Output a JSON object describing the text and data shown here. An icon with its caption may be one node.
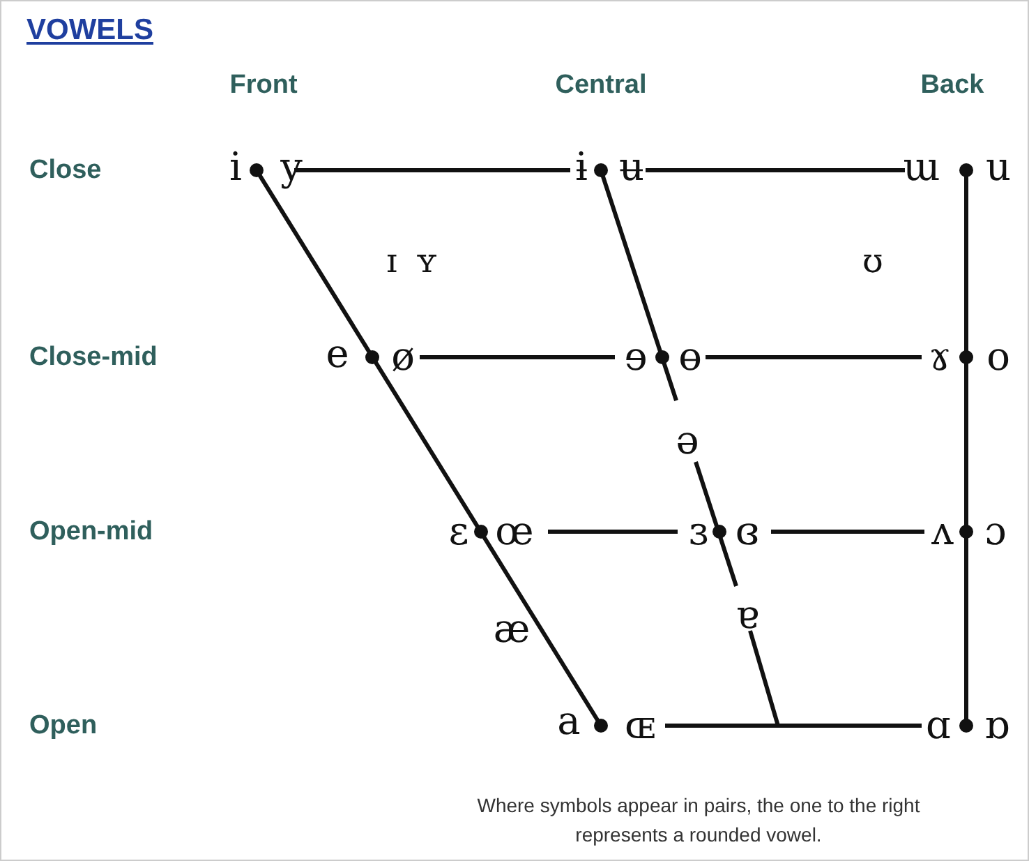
{
  "diagram": {
    "title": "VOWELS",
    "caption": "Where symbols appear in pairs, the one to the right represents a rounded vowel.",
    "labels": [
      "Front",
      "Central",
      "Back",
      "Close",
      "i",
      "y",
      "ɨ",
      "ʉ",
      "ɯ",
      "u",
      "ɪ",
      "ʏ",
      "ʊ",
      "Close-mid",
      "e",
      "ø",
      "ɘ",
      "ɵ",
      "ɤ",
      "o",
      "ə",
      "Open-mid",
      "ɛ",
      "œ",
      "ɜ",
      "ɞ",
      "ʌ",
      "ɔ",
      "æ",
      "ɐ",
      "Open",
      "a",
      "ɶ",
      "ɑ",
      "ɒ"
    ]
  }
}
